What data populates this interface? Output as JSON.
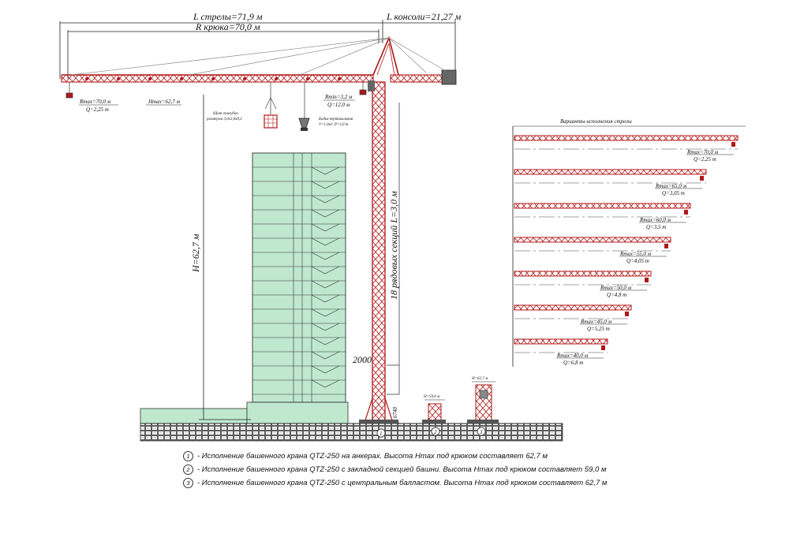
{
  "top": {
    "boom_length": "L стрелы=71,9 м",
    "hook_radius": "R крюка=70,0 м",
    "console_length": "L консоли=21,27 м"
  },
  "boom": {
    "rmax": "Rmax=70,0 м",
    "q": "Q=2,25 т",
    "hmax": "Hmax=62,7 м",
    "rmin": "Rmin=3,2 м",
    "qmin": "Q=12,0 м"
  },
  "loads": {
    "shield_line1": "Щит опалубки",
    "shield_line2": "размером 3,0х3,0х0,2",
    "bucket_line1": "Бадья вертикальная",
    "bucket_line2": "V=1,0м³, Р=3,0 т"
  },
  "tower": {
    "height": "H=62,7 м",
    "sections": "18 рядовых секций L=3,0 м",
    "dim_2000": "2000",
    "dim_6740": "6740"
  },
  "variants_small": {
    "h2": "H=59,0 м",
    "h3": "H=62,7 м",
    "n1": "1",
    "n2": "2",
    "n3": "3"
  },
  "jib_variants": {
    "title": "Варианты исполнения стрелы",
    "items": [
      {
        "rmax": "Rmax=70,0 м",
        "q": "Q=2,25 т"
      },
      {
        "rmax": "Rmax=65,0 м",
        "q": "Q=3,05 т"
      },
      {
        "rmax": "Rmax=60,0 м",
        "q": "Q=3,5 т"
      },
      {
        "rmax": "Rmax=55,0 м",
        "q": "Q=4,05 т"
      },
      {
        "rmax": "Rmax=50,0 м",
        "q": "Q=4,8 т"
      },
      {
        "rmax": "Rmax=45,0 м",
        "q": "Q=5,25 т"
      },
      {
        "rmax": "Rmax=40,0 м",
        "q": "Q=6,8 т"
      }
    ]
  },
  "legend": [
    {
      "num": "1",
      "text": "- Исполнение башенного крана QTZ-250 на анкерах. Высота Hmax под крюком составляет 62,7 м"
    },
    {
      "num": "2",
      "text": "- Исполнение башенного крана QTZ-250 с закладной секцией башни. Высота Hmax под крюком составляет  59,0 м"
    },
    {
      "num": "3",
      "text": "- Исполнение башенного крана QTZ-250 с центральным балластом.  Высота Hmax под крюком составляет  62,7 м"
    }
  ],
  "colors": {
    "crane": "#b01818",
    "building": "#bfe8cf",
    "ground": "#555555"
  }
}
